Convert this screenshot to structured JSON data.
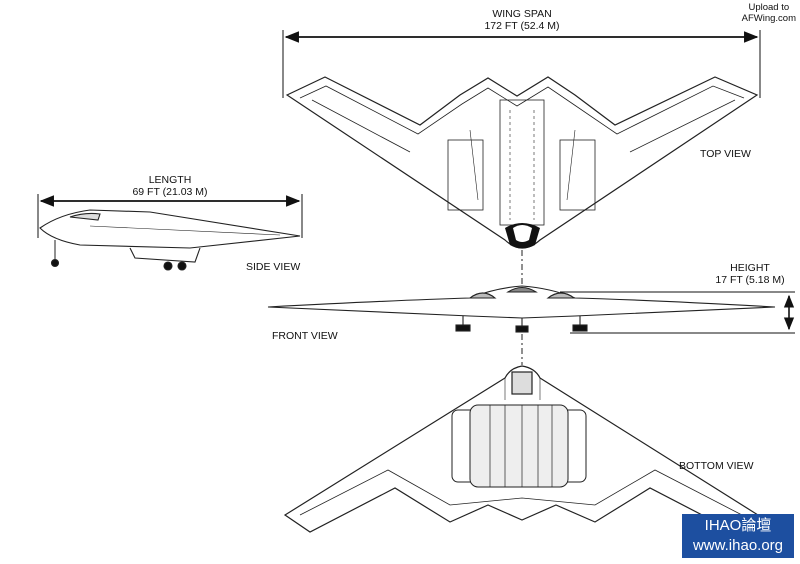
{
  "upload_note": {
    "line1": "Upload to",
    "line2": "AFWing.com"
  },
  "dimensions": {
    "wing_span": {
      "label": "WING SPAN",
      "value": "172 FT (52.4 M)"
    },
    "length": {
      "label": "LENGTH",
      "value": "69 FT (21.03 M)"
    },
    "height": {
      "label": "HEIGHT",
      "value": "17 FT (5.18 M)"
    }
  },
  "views": {
    "top": "TOP VIEW",
    "side": "SIDE VIEW",
    "front": "FRONT VIEW",
    "bottom": "BOTTOM VIEW"
  },
  "watermark": {
    "line1": "IHAO論壇",
    "line2": "www.ihao.org",
    "color": "#1d4fa0"
  }
}
